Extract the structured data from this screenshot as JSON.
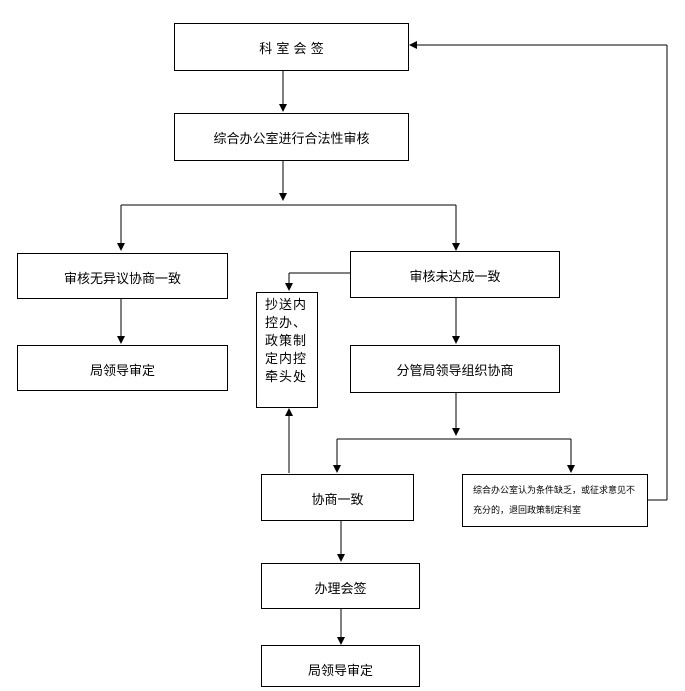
{
  "nodes": {
    "keshi_huiqian": "科 室 会 签",
    "hefaxing_shenhe": "综合办公室进行合法性审核",
    "shenhe_wuyiyi": "审核无异议协商一致",
    "shenhe_weidacheng": "审核未达成一致",
    "juling_shending_1": "局领导审定",
    "chaosong_neikong": "抄送内控办、政策制定内控牵头处",
    "fenguan_xieshang": "分管局领导组织协商",
    "xieshang_yizhi": "协商一致",
    "tuihui_note": "综合办公室认为条件缺乏，或征求意见不充分的，退回政策制定科室",
    "banli_huiqian": "办理会签",
    "juling_shending_2": "局领导审定"
  }
}
